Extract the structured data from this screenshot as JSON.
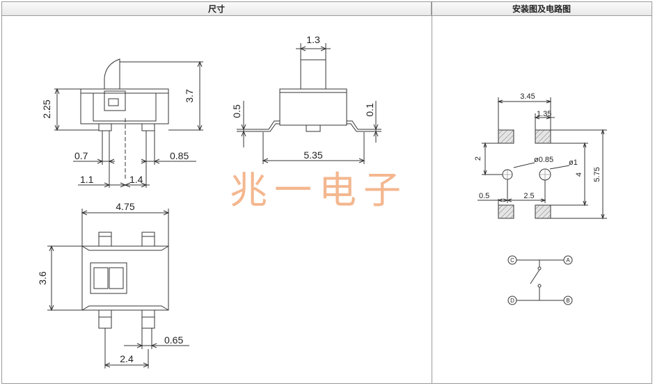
{
  "header": {
    "dimensions_title": "尺寸",
    "mounting_title": "安装图及电路图"
  },
  "watermark": "兆一电子",
  "side_view": {
    "height_total": "3.7",
    "height_body": "2.25",
    "pin_width_left": "0.7",
    "pin_width_right": "0.85",
    "pitch_left": "1.1",
    "pitch_right": "1.4"
  },
  "front_view": {
    "actuator_width": "1.3",
    "lead_height": "0.5",
    "lead_thickness": "0.1",
    "lead_span": "5.35"
  },
  "top_view": {
    "width": "4.75",
    "height": "3.6",
    "pin_width": "0.65",
    "pin_pitch": "2.4"
  },
  "footprint": {
    "pad_span": "3.45",
    "pad_width": "1.35",
    "pitch_vertical": "2",
    "hole_small": "ø0.85",
    "hole_large": "ø1",
    "height_pads": "4",
    "height_total": "5.75",
    "offset": "0.5",
    "hole_pitch": "2.5"
  },
  "circuit": {
    "pin_c": "C",
    "pin_a": "A",
    "pin_d": "D",
    "pin_b": "B"
  }
}
